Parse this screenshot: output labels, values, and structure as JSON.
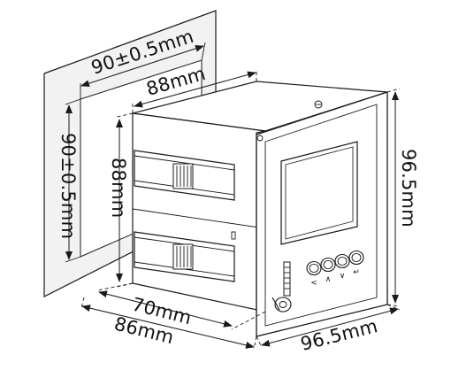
{
  "dimensions": {
    "panel_width": "90±0.5mm",
    "panel_height": "90±0.5mm",
    "body_width": "88mm",
    "body_height": "88mm",
    "depth_body": "70mm",
    "depth_total": "86mm",
    "face_width": "96.5mm",
    "face_height": "96.5mm"
  },
  "buttons": {
    "left": "<",
    "up": "∧",
    "down": "∨",
    "enter": "↵"
  },
  "colors": {
    "line": "#1a1a1a",
    "panel_fill": "#f2f2f2",
    "body_fill": "#ffffff",
    "screen_fill": "#fbfbfb"
  }
}
